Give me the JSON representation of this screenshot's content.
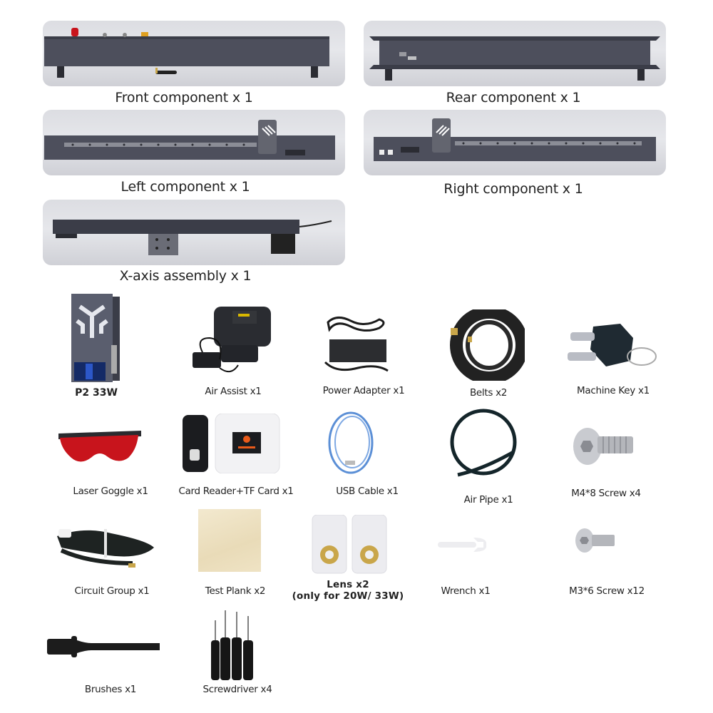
{
  "components": [
    {
      "id": "front",
      "label": "Front component x 1"
    },
    {
      "id": "rear",
      "label": "Rear component x 1"
    },
    {
      "id": "left",
      "label": "Left component x 1"
    },
    {
      "id": "right",
      "label": "Right component x 1"
    },
    {
      "id": "x-axis",
      "label": "X-axis assembly x 1"
    }
  ],
  "accessories": {
    "row1": [
      {
        "id": "laser-module",
        "label": "P2 33W"
      },
      {
        "id": "air-assist",
        "label": "Air Assist x1"
      },
      {
        "id": "power-adapter",
        "label": "Power Adapter x1"
      },
      {
        "id": "belts",
        "label": "Belts x2"
      },
      {
        "id": "machine-key",
        "label": "Machine Key x1"
      }
    ],
    "row2": [
      {
        "id": "laser-goggle",
        "label": "Laser Goggle x1"
      },
      {
        "id": "card-reader",
        "label": "Card Reader+TF Card x1"
      },
      {
        "id": "usb-cable",
        "label": "USB Cable x1"
      },
      {
        "id": "air-pipe",
        "label": "Air Pipe x1"
      },
      {
        "id": "m4-screw",
        "label": "M4*8 Screw x4"
      }
    ],
    "row3": [
      {
        "id": "circuit-group",
        "label": "Circuit Group x1"
      },
      {
        "id": "test-plank",
        "label": "Test Plank x2"
      },
      {
        "id": "lens",
        "label": "Lens x2\n(only for 20W/ 33W)",
        "line1": "Lens x2",
        "line2": "(only for 20W/ 33W)"
      },
      {
        "id": "wrench",
        "label": "Wrench x1"
      },
      {
        "id": "m3-screw",
        "label": "M3*6 Screw x12"
      }
    ],
    "row4": [
      {
        "id": "brushes",
        "label": "Brushes x1"
      },
      {
        "id": "screwdriver",
        "label": "Screwdriver x4"
      }
    ]
  },
  "colors": {
    "panel_bg": "#dfe0e4",
    "frame_metal": "#4a4c58",
    "goggle_red": "#c8141c",
    "usb_blue": "#5b8fd6",
    "brass": "#c9a64a",
    "plank": "#efe3c4"
  }
}
